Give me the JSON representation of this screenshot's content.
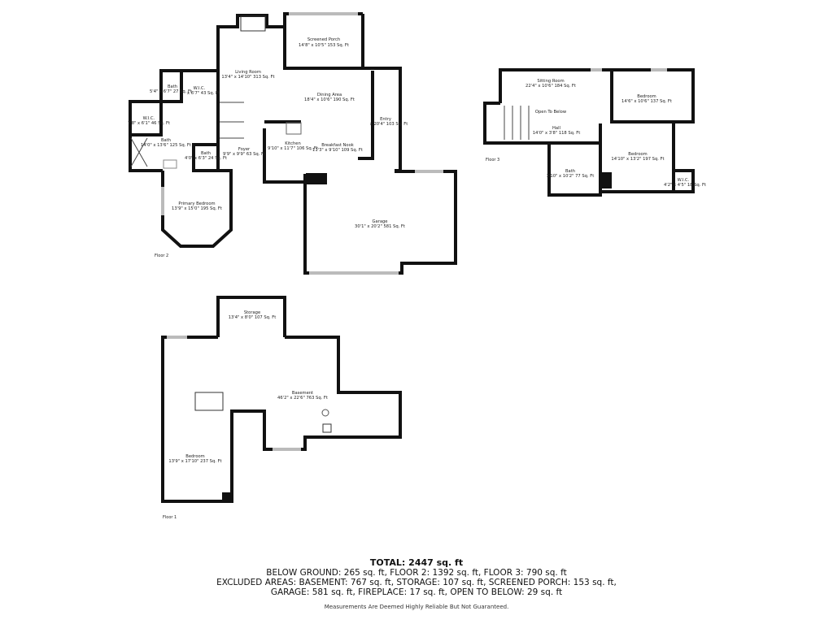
{
  "floors": {
    "floor2": {
      "label": "Floor 2",
      "rooms": [
        {
          "name": "Screened Porch",
          "dims": "14'8\" x 10'5\" 153 Sq. Ft"
        },
        {
          "name": "Living Room",
          "dims": "13'4\" x 14'10\" 313 Sq. Ft"
        },
        {
          "name": "Dining Area",
          "dims": "18'4\" x 10'6\" 190 Sq. Ft"
        },
        {
          "name": "Bath",
          "dims": "5'4\" x 6'7\" 27 Sq. Ft"
        },
        {
          "name": "W.I.C.",
          "dims": "x 6'7\" 43 Sq. Ft"
        },
        {
          "name": "W.I.C.",
          "dims": "7'8\" x 6'1\" 46 Sq. Ft"
        },
        {
          "name": "Bath",
          "dims": "14'0\" x 13'6\" 125 Sq. Ft"
        },
        {
          "name": "Bath",
          "dims": "4'0\" x 6'3\" 24 Sq. Ft"
        },
        {
          "name": "Foyer",
          "dims": "9'9\" x 9'9\" 63 Sq. Ft"
        },
        {
          "name": "Kitchen",
          "dims": "9'10\" x 11'7\" 106 Sq. Ft"
        },
        {
          "name": "Breakfast Nook",
          "dims": "11'3\" x 9'10\" 109 Sq. Ft"
        },
        {
          "name": "Entry",
          "dims": "x 20'4\" 103 Sq. Ft"
        },
        {
          "name": "Primary Bedroom",
          "dims": "13'9\" x 15'0\" 195 Sq. Ft"
        },
        {
          "name": "Garage",
          "dims": "30'1\" x 20'2\" 581 Sq. Ft"
        }
      ]
    },
    "floor3": {
      "label": "Floor 3",
      "rooms": [
        {
          "name": "Sitting Room",
          "dims": "22'4\" x 10'6\" 184 Sq. Ft"
        },
        {
          "name": "Open To Below",
          "dims": ""
        },
        {
          "name": "Bedroom",
          "dims": "14'6\" x 10'6\" 137 Sq. Ft"
        },
        {
          "name": "Hall",
          "dims": "14'0\" x 3'8\" 118 Sq. Ft"
        },
        {
          "name": "Bedroom",
          "dims": "14'10\" x 13'2\" 197 Sq. Ft"
        },
        {
          "name": "Bath",
          "dims": "3'10\" x 10'2\" 77 Sq. Ft"
        },
        {
          "name": "W.I.C.",
          "dims": "4'2\" x 4'5\" 18 Sq. Ft"
        }
      ]
    },
    "floor1": {
      "label": "Floor 1",
      "rooms": [
        {
          "name": "Storage",
          "dims": "13'4\" x 8'0\" 107 Sq. Ft"
        },
        {
          "name": "Basement",
          "dims": "46'2\" x 22'6\" 763 Sq. Ft"
        },
        {
          "name": "Bedroom",
          "dims": "13'9\" x 17'10\" 237 Sq. Ft"
        }
      ]
    }
  },
  "summary": {
    "total": "TOTAL: 2447 sq. ft",
    "line1": "BELOW GROUND: 265 sq. ft, FLOOR 2: 1392 sq. ft, FLOOR 3: 790 sq. ft",
    "line2": "EXCLUDED AREAS: BASEMENT: 767 sq. ft, STORAGE: 107 sq. ft, SCREENED PORCH: 153 sq. ft,",
    "line3": "GARAGE: 581 sq. ft, FIREPLACE: 17 sq. ft, OPEN TO BELOW: 29 sq. ft",
    "disclaimer": "Measurements Are Deemed Highly Reliable But Not Guaranteed."
  }
}
